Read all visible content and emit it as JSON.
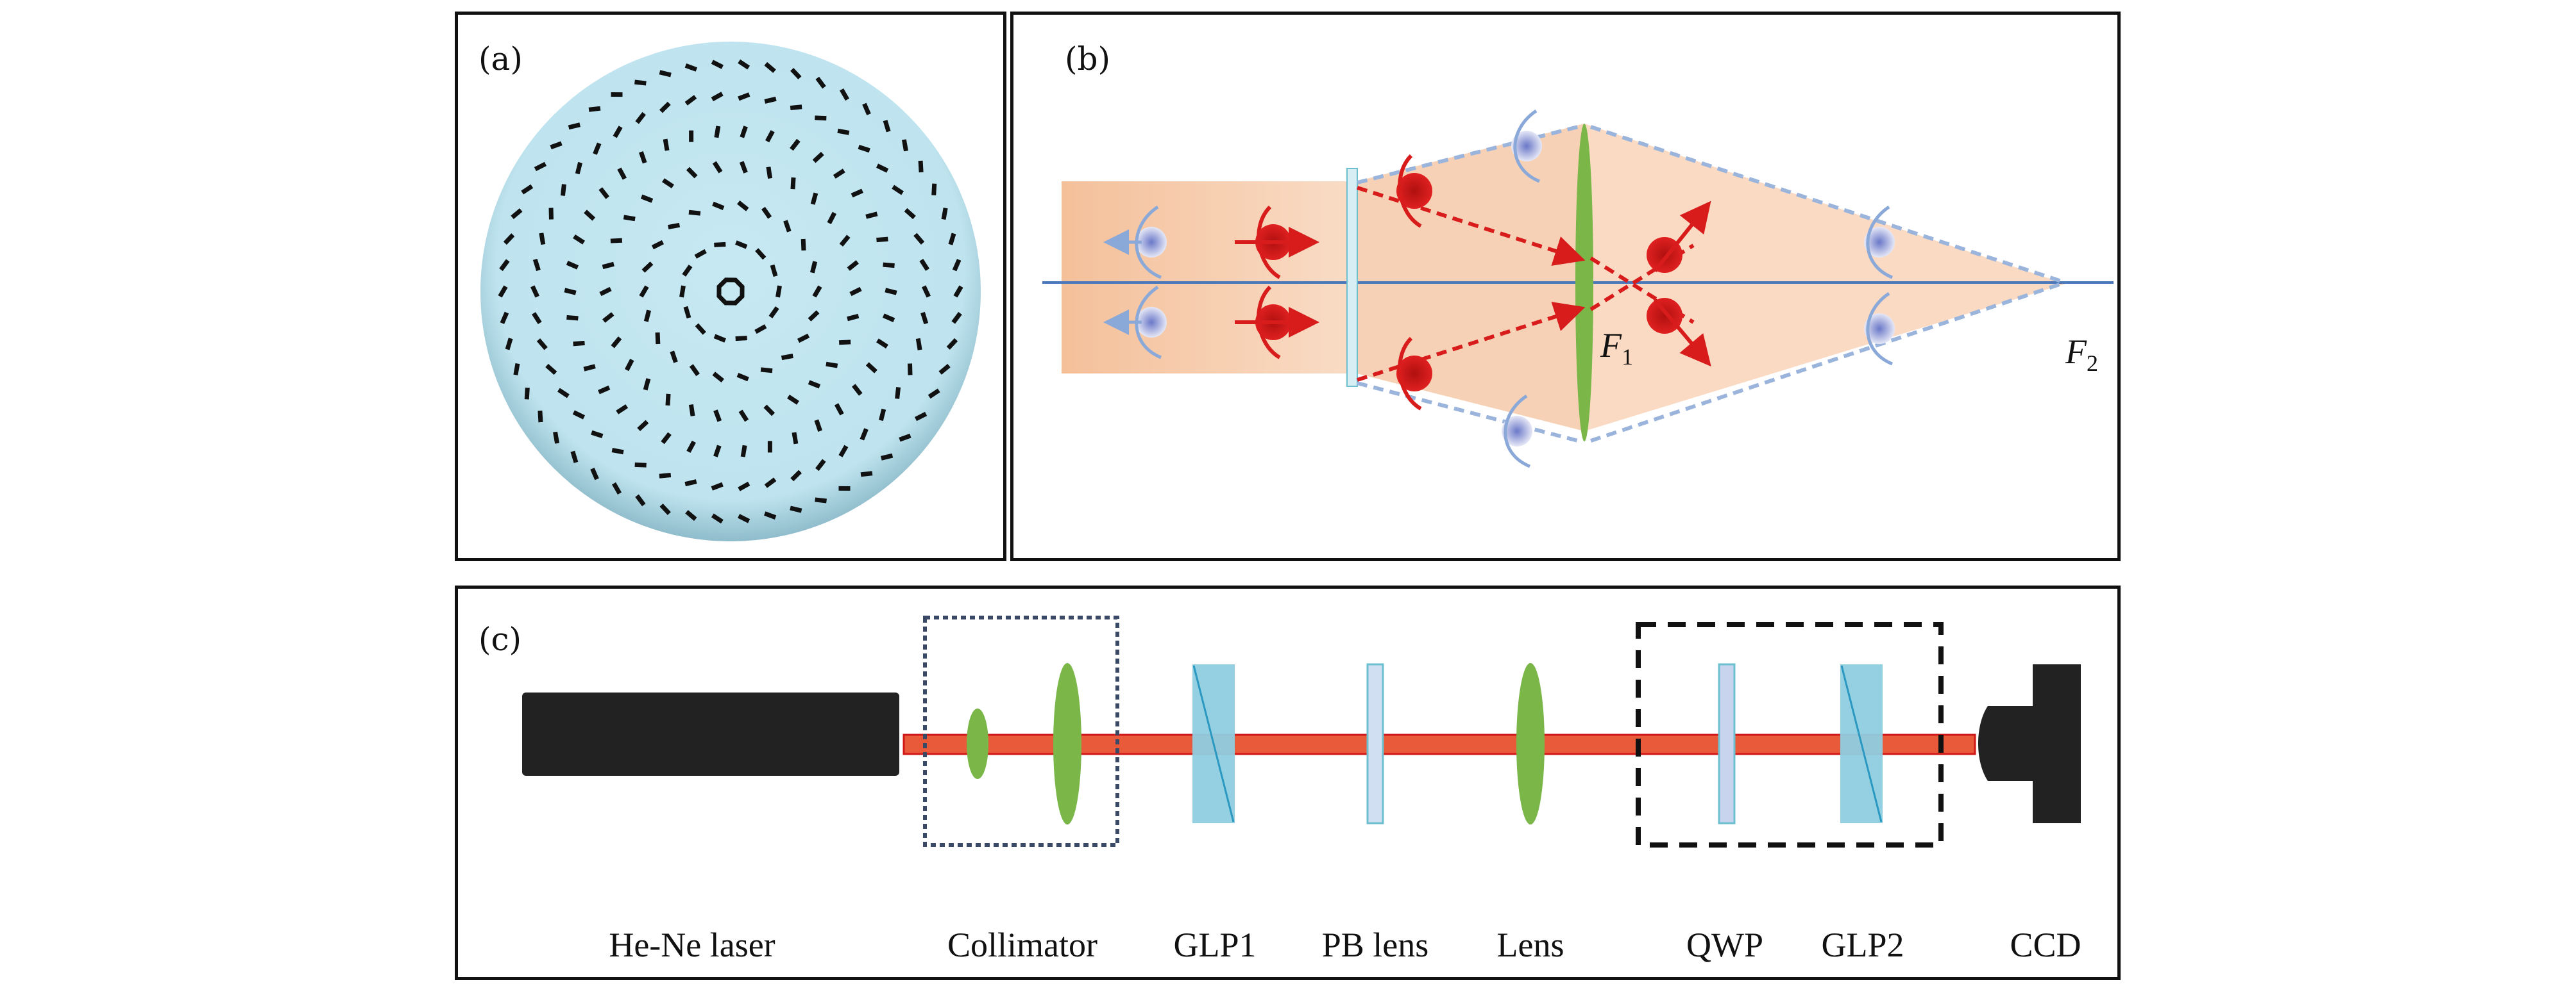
{
  "figure": {
    "panel_a": {
      "label": "(a)",
      "description": "PB lens liquid crystal orientation pattern",
      "colors": {
        "disk": "#bfe4ef",
        "rim": "#8fc4d4",
        "dash": "#111111"
      }
    },
    "panel_b": {
      "label": "(b)",
      "focus_labels": {
        "f1_main": "F",
        "f1_sub": "1",
        "f2_main": "F",
        "f2_sub": "2"
      },
      "colors": {
        "beam": "#f6c9a8",
        "lens": "#7ab648",
        "red_photon": "#d81c1c",
        "blue_photon": "#8aa8d8",
        "axis": "#4a78b8",
        "plate": "#bfe4ef"
      }
    },
    "panel_c": {
      "label": "(c)",
      "components": [
        {
          "name": "He-Ne laser"
        },
        {
          "name": "Collimator"
        },
        {
          "name": "GLP1"
        },
        {
          "name": "PB lens"
        },
        {
          "name": "Lens"
        },
        {
          "name": "QWP"
        },
        {
          "name": "GLP2"
        },
        {
          "name": "CCD"
        }
      ],
      "colors": {
        "beam": "#e85a3a",
        "beam_edge": "#d01818",
        "laser_body": "#222222",
        "lens": "#7ab648",
        "glp": "#8fcde0",
        "plate": "#c8dcef"
      }
    }
  }
}
